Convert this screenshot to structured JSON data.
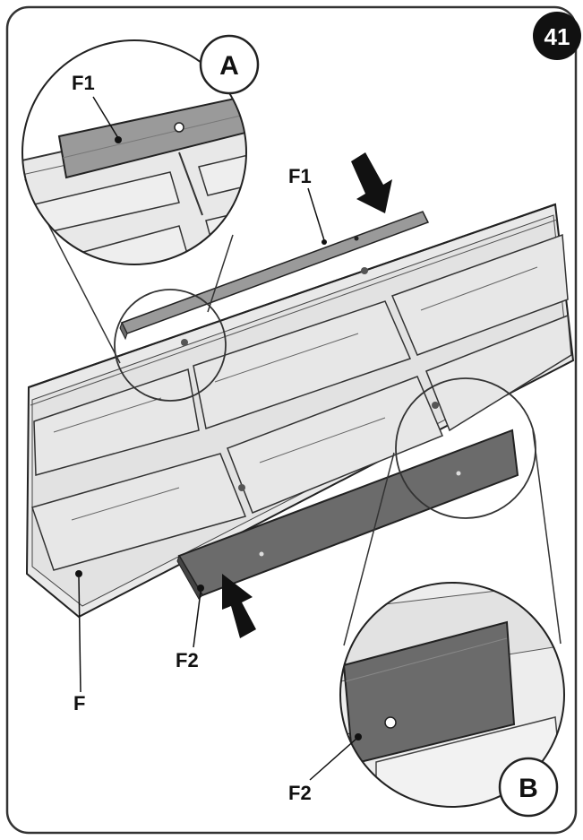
{
  "step_number": "41",
  "labels": {
    "detail_a": "A",
    "detail_b": "B",
    "f1_detail": "F1",
    "f1_main": "F1",
    "f2_main": "F2",
    "f2_detail": "F2",
    "f": "F"
  },
  "colors": {
    "frame": "#333333",
    "panel": "#e6e6e6",
    "strip_light": "#9a9a9a",
    "strip_dark": "#6b6b6b",
    "ink": "#111111",
    "badge": "#111111"
  }
}
